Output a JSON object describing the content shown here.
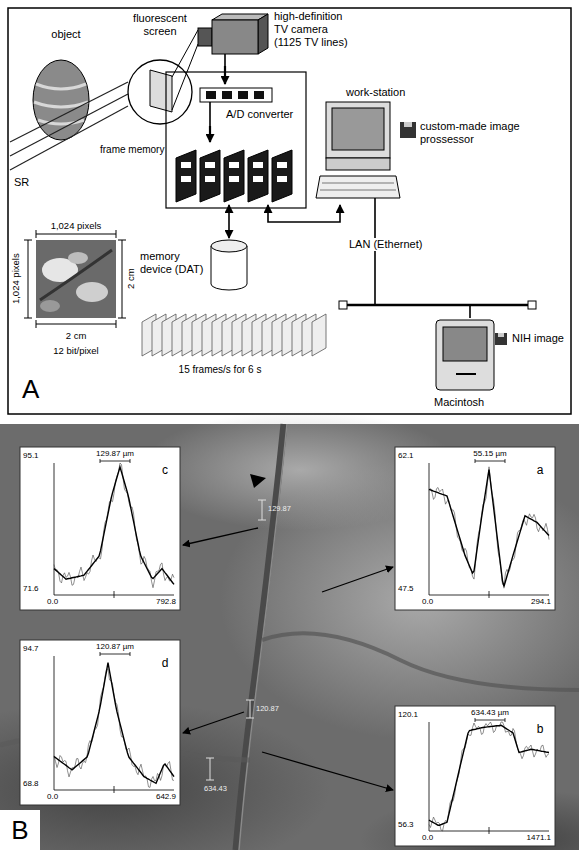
{
  "diagram": {
    "nodes": [
      {
        "text": [
          "object"
        ]
      },
      {
        "text": [
          "fluorescent screen"
        ]
      },
      {
        "text": [
          "high-definition TV camera (1125 TV lines)"
        ]
      },
      {
        "text": [
          "A/D converter"
        ]
      },
      {
        "text": [
          "frame memory"
        ]
      },
      {
        "text": [
          "work-station",
          "custom-made image prossessor"
        ]
      },
      {
        "text": [
          "memory device (DAT)"
        ]
      },
      {
        "text": [
          "NIH image",
          "Macintosh"
        ]
      },
      {
        "text": [
          "95.1",
          "129.87 µm",
          "c",
          "71.6",
          "0.0",
          "792.8"
        ]
      },
      {
        "text": [
          "62.1",
          "55.15 µm",
          "a",
          "47.5",
          "0.0",
          "294.1"
        ]
      },
      {
        "text": [
          "94.7",
          "120.87 µm",
          "d",
          "68.8",
          "0.0",
          "642.9"
        ]
      },
      {
        "text": [
          "120.1",
          "634.43 µm",
          "b",
          "56.3",
          "0.0",
          "1471.1"
        ]
      }
    ],
    "edges": [
      {
        "from": 2,
        "to": 3,
        "arrow": "to"
      },
      {
        "from": 3,
        "to": 4,
        "arrow": "to"
      },
      {
        "from": 4,
        "to": 6,
        "arrow": "both"
      },
      {
        "from": 4,
        "to": 5,
        "arrow": "both"
      },
      {
        "from": 5,
        "to": 7,
        "arrow": "none",
        "label": "LAN (Ethernet)"
      }
    ],
    "labels": [
      "SR",
      "1,024 pixels",
      "1,024 pixels",
      "2 cm",
      "2 cm",
      "12 bit/pixel",
      "15 frames/s for 6 s",
      "A",
      "129.87",
      "120.87",
      "634.43",
      "B"
    ]
  }
}
